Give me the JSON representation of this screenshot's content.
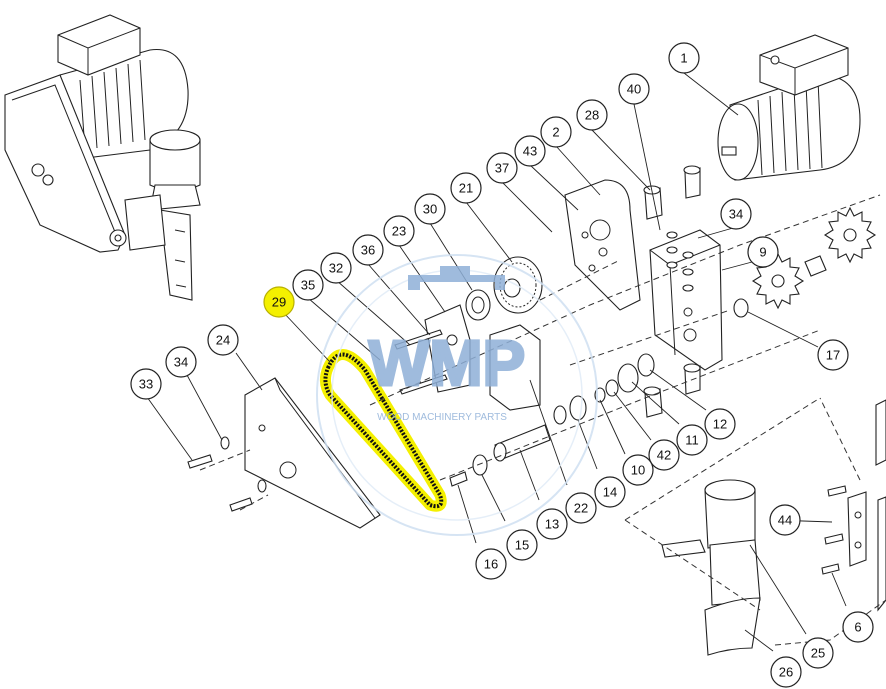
{
  "watermark": {
    "logo": "WMP",
    "caption": "WOOD MACHINERY PARTS",
    "color": "#8fb0d8"
  },
  "highlight": {
    "part": "29",
    "color": "#f4f000"
  },
  "callouts": [
    {
      "id": "c1",
      "label": "1"
    },
    {
      "id": "c40",
      "label": "40"
    },
    {
      "id": "c28",
      "label": "28"
    },
    {
      "id": "c2",
      "label": "2"
    },
    {
      "id": "c43",
      "label": "43"
    },
    {
      "id": "c37",
      "label": "37"
    },
    {
      "id": "c21",
      "label": "21"
    },
    {
      "id": "c30",
      "label": "30"
    },
    {
      "id": "c23",
      "label": "23"
    },
    {
      "id": "c36",
      "label": "36"
    },
    {
      "id": "c32",
      "label": "32"
    },
    {
      "id": "c35",
      "label": "35"
    },
    {
      "id": "c29",
      "label": "29"
    },
    {
      "id": "c34a",
      "label": "34"
    },
    {
      "id": "c9",
      "label": "9"
    },
    {
      "id": "c17",
      "label": "17"
    },
    {
      "id": "c24",
      "label": "24"
    },
    {
      "id": "c34b",
      "label": "34"
    },
    {
      "id": "c33",
      "label": "33"
    },
    {
      "id": "c12",
      "label": "12"
    },
    {
      "id": "c11",
      "label": "11"
    },
    {
      "id": "c42",
      "label": "42"
    },
    {
      "id": "c10",
      "label": "10"
    },
    {
      "id": "c14",
      "label": "14"
    },
    {
      "id": "c22",
      "label": "22"
    },
    {
      "id": "c13",
      "label": "13"
    },
    {
      "id": "c15",
      "label": "15"
    },
    {
      "id": "c16",
      "label": "16"
    },
    {
      "id": "c44",
      "label": "44"
    },
    {
      "id": "c6",
      "label": "6"
    },
    {
      "id": "c25",
      "label": "25"
    },
    {
      "id": "c26",
      "label": "26"
    }
  ]
}
